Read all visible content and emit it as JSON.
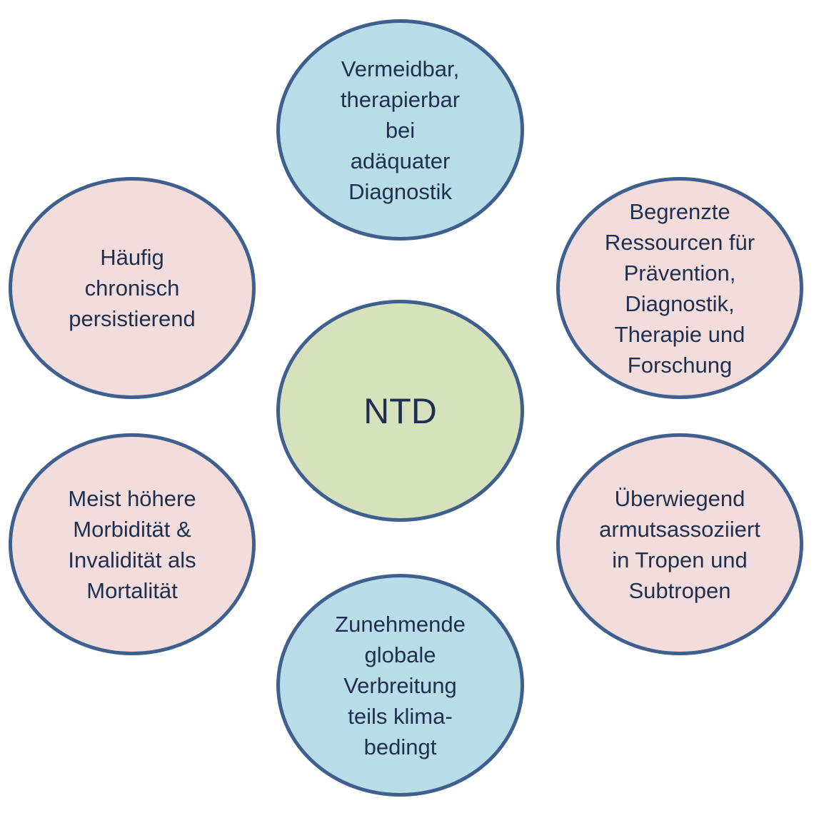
{
  "diagram": {
    "center": {
      "label": "NTD",
      "fill": "#d6e2bc"
    },
    "stroke_color": "#3f5f8f",
    "text_color": "#1f2f4f",
    "nodes": {
      "top": {
        "label": "Vermeidbar,\ntherapierbar\nbei\nadäquater\nDiagnostik",
        "fill": "#b8dde8"
      },
      "left": {
        "label": "Häufig\nchronisch\npersistierend",
        "fill": "#f2dcdc"
      },
      "right": {
        "label": "Begrenzte\nRessourcen für\nPrävention,\nDiagnostik,\nTherapie und\nForschung",
        "fill": "#f2dcdc"
      },
      "bottom_left": {
        "label": "Meist höhere\nMorbidität &\nInvalidität als\nMortalität",
        "fill": "#f2dcdc"
      },
      "bottom_right": {
        "label": "Überwiegend\narmutsassoziiert\nin Tropen und\nSubtropen",
        "fill": "#f2dcdc"
      },
      "bottom": {
        "label": "Zunehmende\nglobale\nVerbreitung\nteils klima-\nbedingt",
        "fill": "#b8dde8"
      }
    }
  }
}
